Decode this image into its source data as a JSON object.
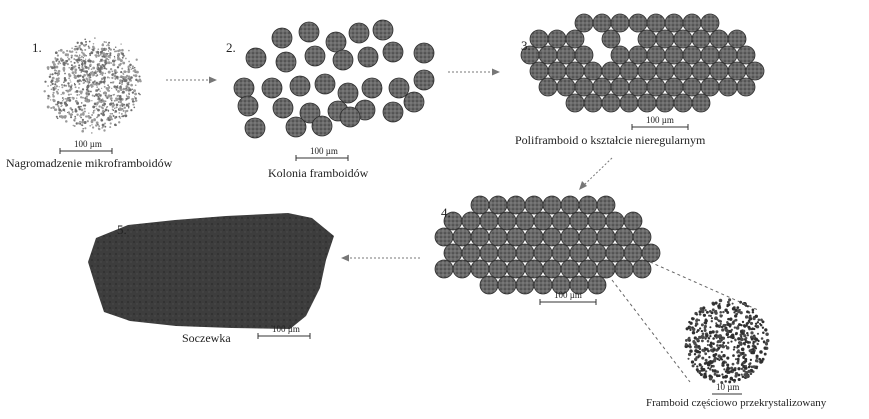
{
  "stages": [
    {
      "number": "1.",
      "caption": "Nagromadzenie mikroframboidów",
      "scale": "100 µm"
    },
    {
      "number": "2.",
      "caption": "Kolonia framboidów",
      "scale": "100 µm"
    },
    {
      "number": "3.",
      "caption": "Poliframboid o kształcie nieregularnym",
      "scale": "100 µm"
    },
    {
      "number": "4.",
      "caption": "",
      "scale": "100 µm"
    },
    {
      "number": "5.",
      "caption": "Soczewka",
      "scale": "100 µm"
    }
  ],
  "inset": {
    "caption": "Framboid częściowo przekrystalizowany",
    "scale": "10 µm"
  },
  "colors": {
    "framboid": "#555555",
    "framboid_dark": "#2e2e2e",
    "lens": "#3a3a3a",
    "arrow": "#777777",
    "micro": "#9a9a9a"
  }
}
